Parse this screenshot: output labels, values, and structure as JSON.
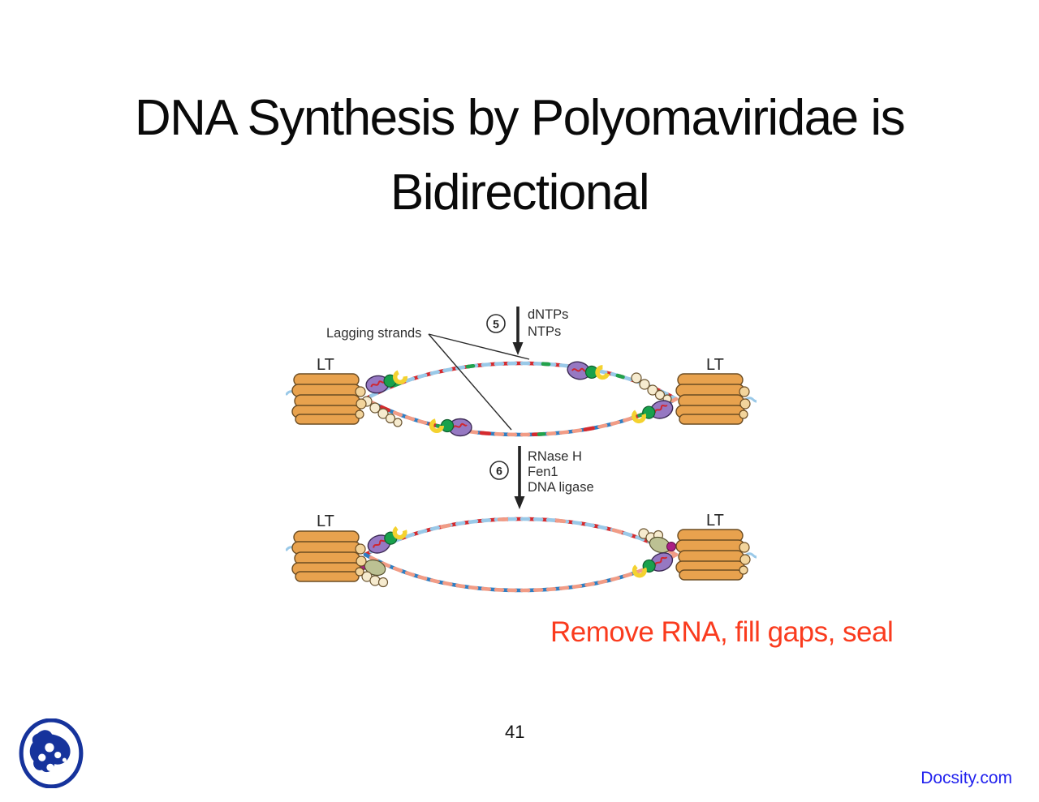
{
  "slide": {
    "title": {
      "line1": "DNA Synthesis by Polyomaviridae is",
      "line2": "Bidirectional"
    },
    "annotation": {
      "text": "Remove RNA, fill gaps, seal",
      "color": "#fa3b1e"
    },
    "page_number": "41",
    "footer_brand": {
      "text": "Docsity.com",
      "color": "#2222ee"
    },
    "logo_color": "#16339c"
  },
  "diagram": {
    "lagging_strands_label": "Lagging strands",
    "lt_label": "LT",
    "step5": {
      "number": "5",
      "inputs": [
        "dNTPs",
        "NTPs"
      ]
    },
    "step6": {
      "number": "6",
      "enzymes": [
        "RNase H",
        "Fen1",
        "DNA ligase"
      ]
    },
    "ink": "#2e2e2e",
    "colors": {
      "helicase_orange": "#e8a24e",
      "strand_red": "#d42a2e",
      "strand_blue": "#2e7ec2",
      "strand_light_blue": "#9ac9e8",
      "strand_salmon": "#f19c86",
      "strand_green": "#21a24c",
      "polymerase_purple": "#9678c2",
      "clamp_yellow": "#f4d22f",
      "clamp_green": "#18a14c",
      "ssb_cream": "#f6ebcf",
      "primase_olive": "#bcc193",
      "accent_magenta": "#aa1f85"
    }
  }
}
